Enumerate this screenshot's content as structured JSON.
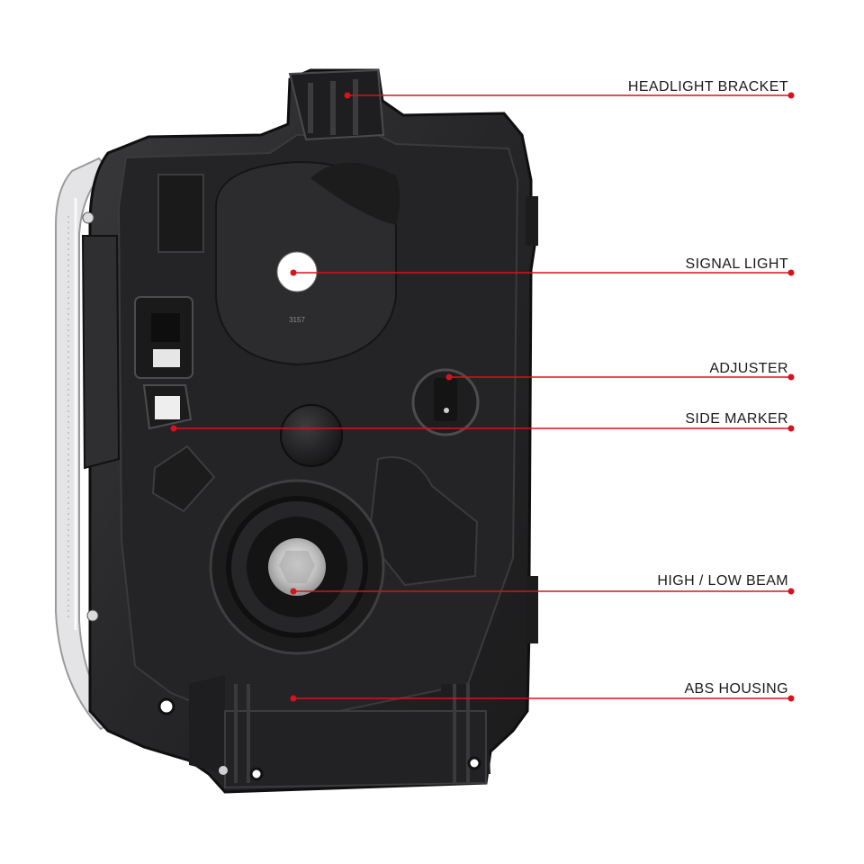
{
  "colors": {
    "background": "#ffffff",
    "housing": "#2a2a2c",
    "housing_dark": "#161617",
    "housing_edge": "#4a4a4d",
    "lens_chrome": "#d9d9dc",
    "callout": "#d6121c",
    "label_text": "#1a1a1a"
  },
  "housing_marking": "3157",
  "callouts": [
    {
      "id": "headlight-bracket",
      "label": "HEADLIGHT BRACKET"
    },
    {
      "id": "signal-light",
      "label": "SIGNAL LIGHT"
    },
    {
      "id": "adjuster",
      "label": "ADJUSTER"
    },
    {
      "id": "side-marker",
      "label": "SIDE MARKER"
    },
    {
      "id": "high-low-beam",
      "label": "HIGH / LOW BEAM"
    },
    {
      "id": "abs-housing",
      "label": "ABS HOUSING"
    }
  ]
}
